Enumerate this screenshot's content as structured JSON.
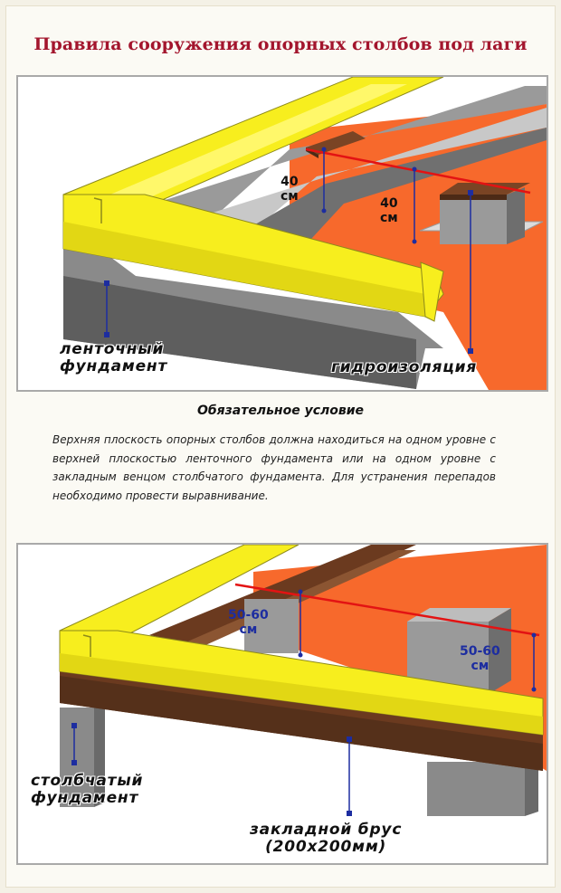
{
  "title": "Правила сооружения опорных столбов под лаги",
  "figure_top": {
    "dim_left": {
      "value": "40",
      "unit": "см"
    },
    "dim_right": {
      "value": "40",
      "unit": "см"
    },
    "label_strip": [
      "ленточный",
      "фундамент"
    ],
    "label_waterproof": "гидроизоляция"
  },
  "condition": {
    "heading": "Обязательное условие",
    "text": "Верхняя плоскость опорных столбов должна находиться на одном уровне с верхней плоскостью ленточного фундамента или на одном уровне с закладным венцом столбчатого фундамента. Для устранения перепадов необходимо провести выравнивание."
  },
  "figure_bottom": {
    "dim_left": {
      "value": "50-60",
      "unit": "см"
    },
    "dim_right": {
      "value": "50-60",
      "unit": "см"
    },
    "label_columnar": [
      "столбчатый",
      "фундамент"
    ],
    "label_beam": [
      "закладной брус",
      "(200х200мм)"
    ]
  },
  "colors": {
    "title": "#a3152d",
    "yellow_beam": "#f7ee1e",
    "orange_ground": "#f7692c",
    "grey_concrete": "#8a8a8a",
    "dark_grey": "#565656",
    "brown_beam": "#6b3a1f",
    "blue_marker": "#1d2da0",
    "red_level": "#e31313"
  }
}
